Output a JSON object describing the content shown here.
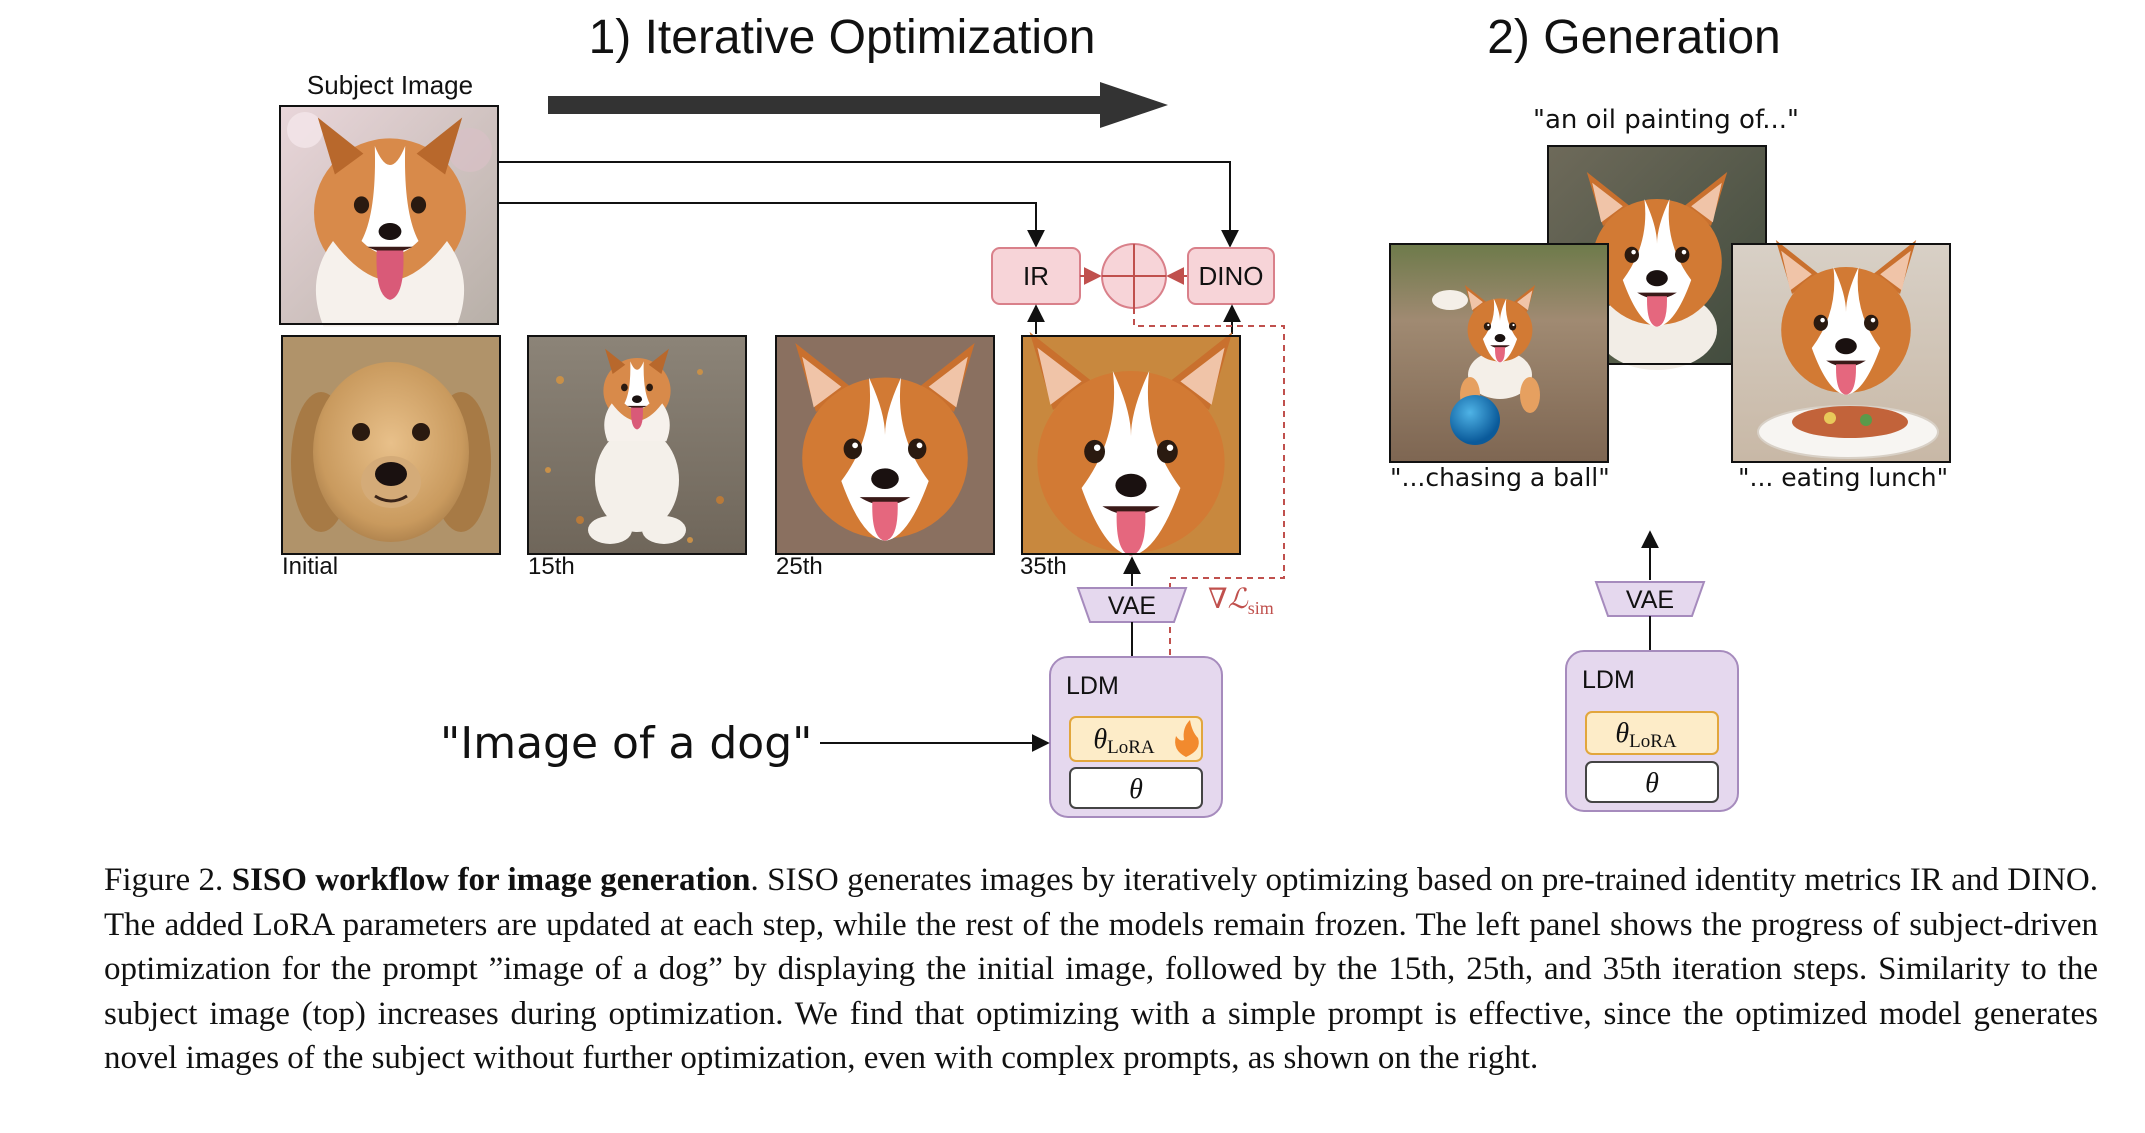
{
  "figure": {
    "left_title": "1) Iterative Optimization",
    "right_title": "2) Generation",
    "subject_label": "Subject Image",
    "iteration_labels": [
      "Initial",
      "15th",
      "25th",
      "35th"
    ],
    "ir_label": "IR",
    "dino_label": "DINO",
    "vae_label": "VAE",
    "ldm_label": "LDM",
    "theta_lora_label": "θ",
    "theta_lora_sub": "LoRA",
    "theta_label": "θ",
    "loss_nabla": "∇",
    "loss_symbol": "ℒ",
    "loss_sub": "sim",
    "prompt_text": "\"Image of a dog\"",
    "gen_prompt_top": "\"an oil painting of...\"",
    "gen_prompt_left": "\"...chasing a ball\"",
    "gen_prompt_right": "\"... eating lunch\"",
    "colors": {
      "ir_dino_fill": "#f7d4d8",
      "ir_dino_stroke": "#d9808a",
      "ldm_fill": "#e5d8ee",
      "ldm_stroke": "#a68bbd",
      "lora_fill": "#fdecc8",
      "lora_stroke": "#e2a63c",
      "arrow_dark": "#333333",
      "loss_red": "#c0504d"
    }
  },
  "caption": {
    "label": "Figure 2.",
    "title": "SISO workflow for image generation",
    "body": ". SISO generates images by iteratively optimizing based on pre-trained identity metrics IR and DINO. The added LoRA parameters are updated at each step, while the rest of the models remain frozen. The left panel shows the progress of subject-driven optimization for the prompt ”image of a dog” by displaying the initial image, followed by the 15th, 25th, and 35th iteration steps. Similarity to the subject image (top) increases during optimization. We find that optimizing with a simple prompt is effective, since the optimized model generates novel images of the subject without further optimization, even with complex prompts, as shown on the right."
  }
}
